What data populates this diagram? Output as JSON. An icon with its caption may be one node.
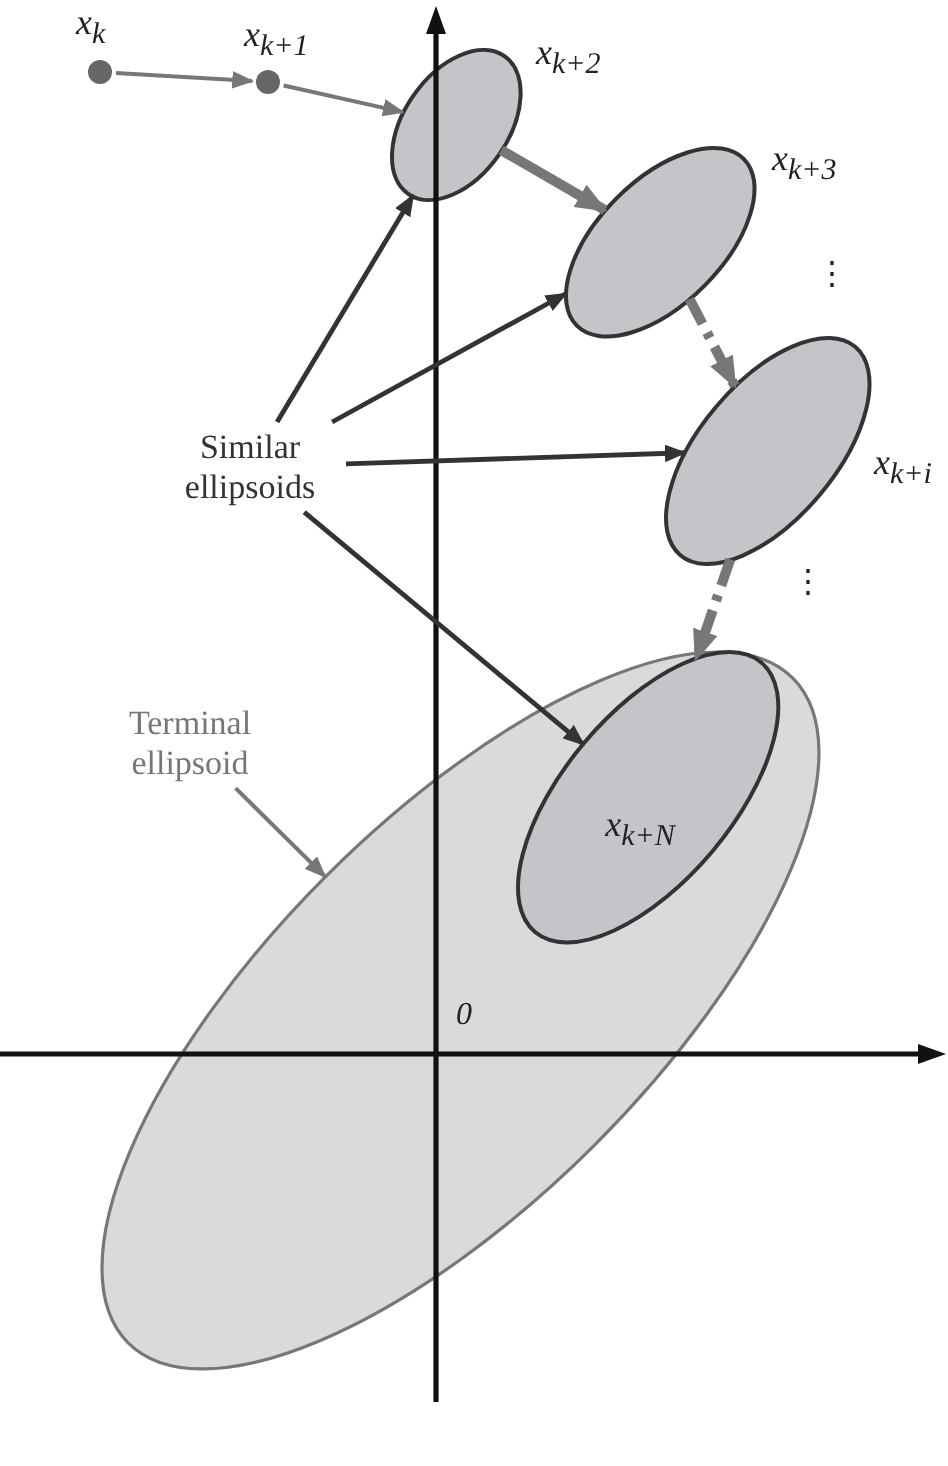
{
  "diagram": {
    "nodes": [
      {
        "text": [],
        "shape": "circle",
        "beside": [
          "x$_{k}$"
        ]
      },
      {
        "text": [],
        "shape": "circle",
        "beside": [
          "x$_{k+1}$"
        ]
      },
      {
        "text": [],
        "shape": "ellipse",
        "beside": [
          "x$_{k+2}$"
        ]
      },
      {
        "text": [],
        "shape": "ellipse",
        "beside": [
          "x$_{k+3}$"
        ]
      },
      {
        "text": [],
        "shape": "ellipse",
        "beside": [
          "x$_{k+i}$"
        ]
      },
      {
        "text": [
          "Similar ellipsoids"
        ]
      },
      {
        "text": [],
        "shape": "ellipse"
      },
      {
        "text": [
          "x$_{k+N}$"
        ],
        "in": 6
      },
      {
        "text": [
          "Terminal ellipsoid"
        ]
      }
    ],
    "edges": [
      {
        "from": 0,
        "to": 1,
        "arrow": "to"
      },
      {
        "from": 1,
        "to": 2,
        "arrow": "to"
      },
      {
        "from": 2,
        "to": 3,
        "arrow": "to",
        "style": "thick"
      },
      {
        "from": 3,
        "to": 4,
        "arrow": "to",
        "style": "dashed"
      },
      {
        "from": 4,
        "to": 7,
        "arrow": "to",
        "style": "dashed"
      },
      {
        "from": 5,
        "to": 2,
        "arrow": "to",
        "color": "#333333"
      },
      {
        "from": 5,
        "to": 3,
        "arrow": "to",
        "color": "#333333"
      },
      {
        "from": 5,
        "to": 4,
        "arrow": "to",
        "color": "#333333"
      },
      {
        "from": 5,
        "to": 7,
        "arrow": "to",
        "color": "#333333"
      },
      {
        "from": 8,
        "to": 6,
        "arrow": "to"
      }
    ],
    "labels": [
      "⋮",
      "⋮",
      "0"
    ]
  }
}
